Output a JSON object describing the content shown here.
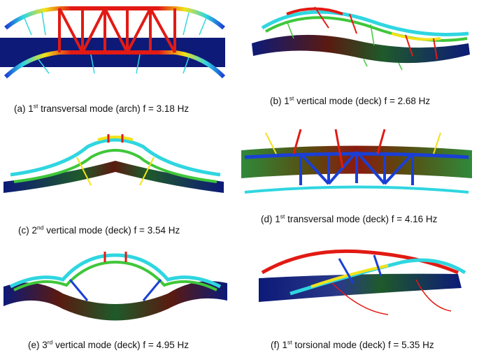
{
  "figure": {
    "panels": [
      {
        "label": "(a)",
        "ordinal": "1",
        "ordinal_suffix": "st",
        "rest": "transversal mode (arch) f = 3.18 Hz"
      },
      {
        "label": "(b)",
        "ordinal": "1",
        "ordinal_suffix": "st",
        "rest": "vertical mode (deck) f = 2.68 Hz"
      },
      {
        "label": "(c)",
        "ordinal": "2",
        "ordinal_suffix": "nd",
        "rest": "vertical mode (deck) f = 3.54 Hz"
      },
      {
        "label": "(d)",
        "ordinal": "1",
        "ordinal_suffix": "st",
        "rest": "transversal mode (deck) f = 4.16 Hz"
      },
      {
        "label": "(e)",
        "ordinal": "3",
        "ordinal_suffix": "rd",
        "rest": "vertical mode (deck) f = 4.95 Hz"
      },
      {
        "label": "(f)",
        "ordinal": "1",
        "ordinal_suffix": "st",
        "rest": "torsional mode (deck) f = 5.35 Hz"
      }
    ],
    "colors": {
      "deck_dark": "#0d1a78",
      "deck_red": "#8a1a10",
      "deck_green": "#2f8a3a",
      "arch_red": "#e21a14",
      "arch_orange": "#ff8a1a",
      "arch_yellow": "#f2e21a",
      "arch_green": "#3fc73a",
      "arch_cyan": "#2fd6e0",
      "arch_blue": "#1a3fd6"
    }
  }
}
